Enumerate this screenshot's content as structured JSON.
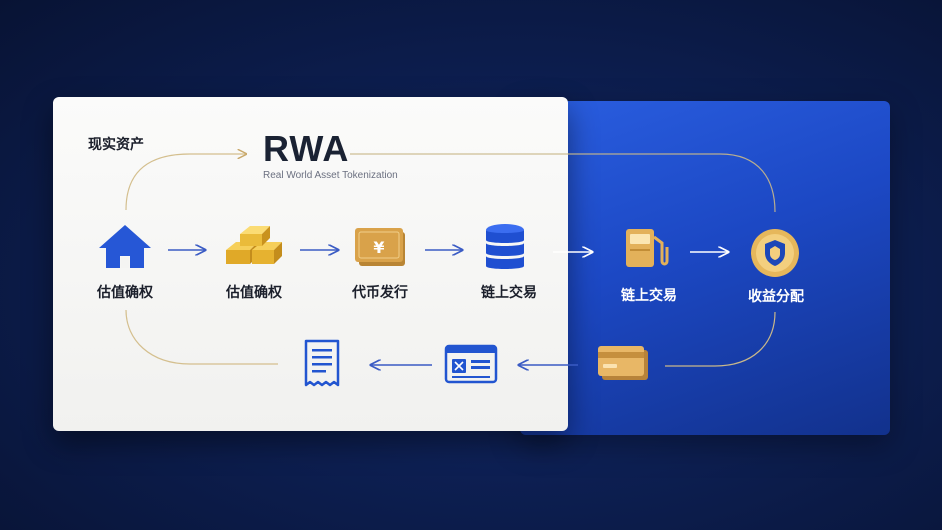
{
  "heading": {
    "corner_label": "现实资产",
    "title": "RWA",
    "subtitle": "Real World Asset Tokenization"
  },
  "steps": [
    {
      "icon": "house-icon",
      "label": "估值确权"
    },
    {
      "icon": "gold-bars-icon",
      "label": "估值确权"
    },
    {
      "icon": "yuan-note-icon",
      "label": "代币发行"
    },
    {
      "icon": "database-icon",
      "label": "链上交易"
    },
    {
      "icon": "fuel-pump-icon",
      "label": "链上交易"
    },
    {
      "icon": "shield-coin-icon",
      "label": "收益分配"
    }
  ],
  "return_path": [
    {
      "icon": "card-icon"
    },
    {
      "icon": "id-card-icon"
    },
    {
      "icon": "receipt-icon"
    }
  ],
  "colors": {
    "accent_blue": "#1f4fd1",
    "gold": "#e2b350",
    "panel_white": "#f4f4f2",
    "background": "#0d1f52"
  }
}
